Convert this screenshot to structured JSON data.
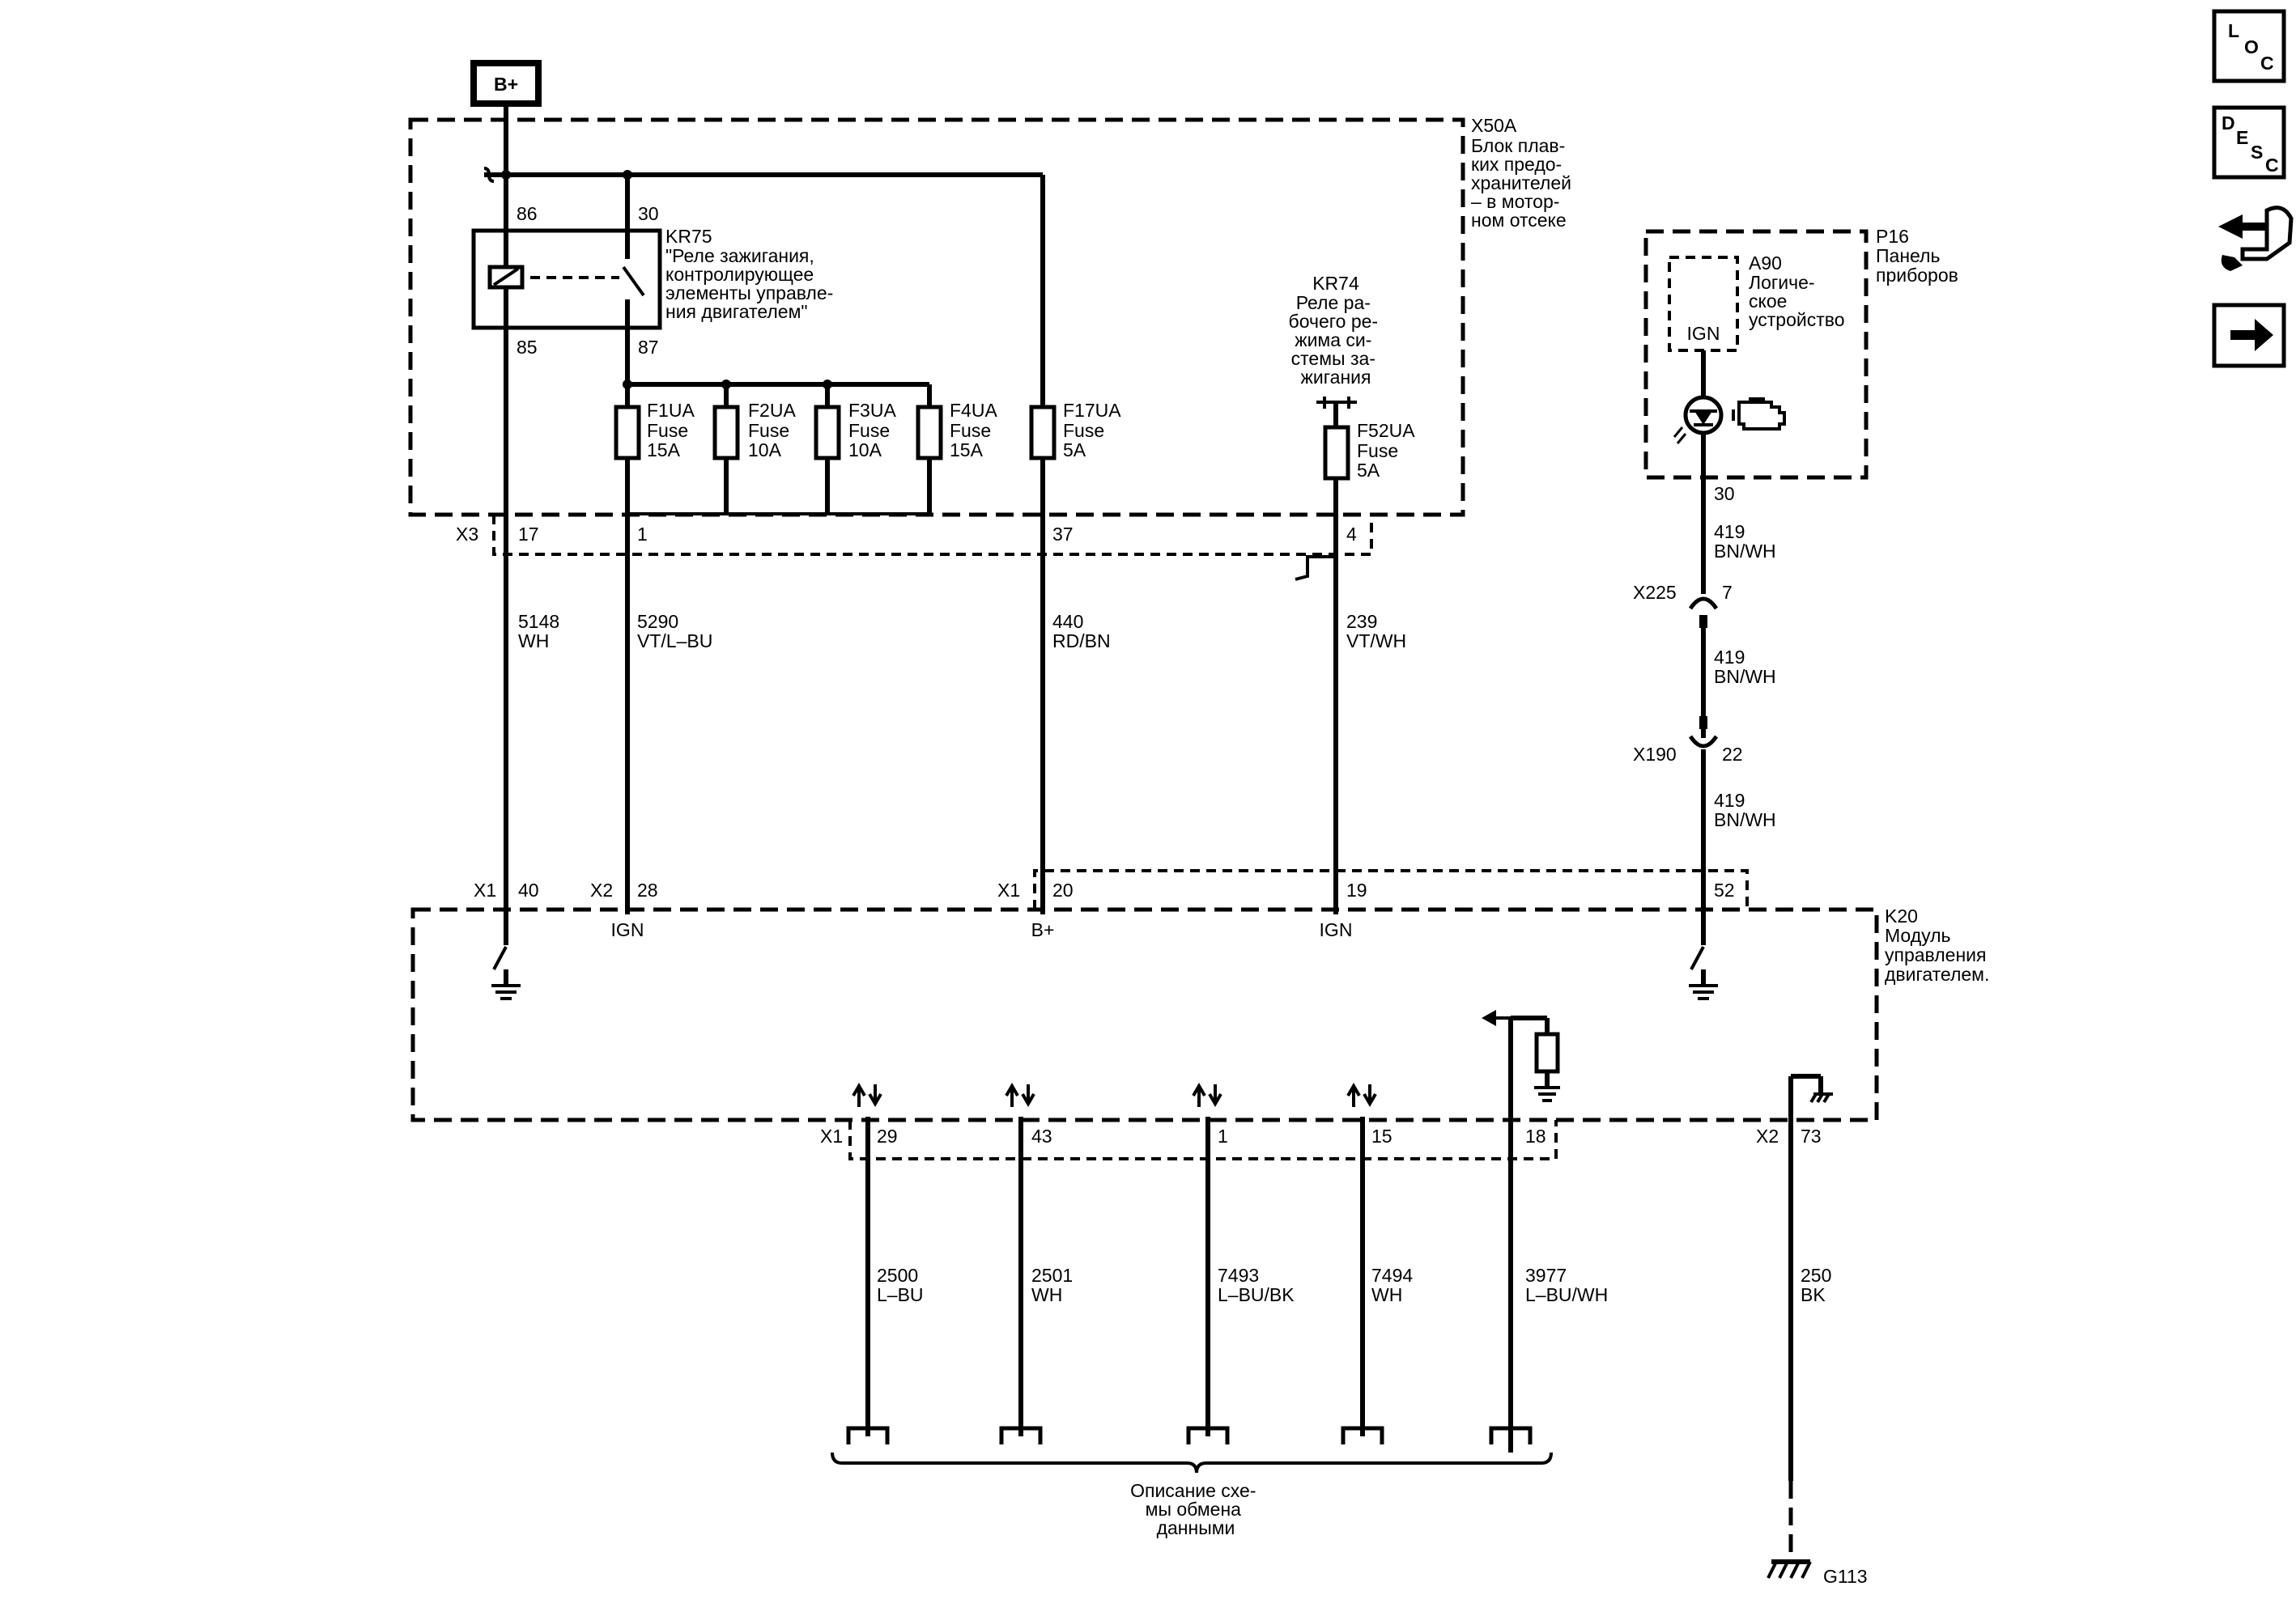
{
  "power": {
    "bplus": "B+"
  },
  "fuse_block": {
    "id": "X50A",
    "desc": [
      "Блок плав-",
      "ких предо-",
      "хранителей",
      "– в мотор-",
      "ном отсеке"
    ]
  },
  "relay_kr75": {
    "id": "KR75",
    "desc": [
      "\"Реле зажигания,",
      "контролирующее",
      "элементы управле-",
      "ния двигателем\""
    ],
    "pins": {
      "p86": "86",
      "p30": "30",
      "p85": "85",
      "p87": "87"
    }
  },
  "relay_kr74": {
    "id": "KR74",
    "desc": [
      "Реле ра-",
      "бочего ре-",
      "жима си-",
      "стемы за-",
      "жигания"
    ]
  },
  "fuses": [
    {
      "id": "F1UA",
      "type": "Fuse",
      "rating": "15A"
    },
    {
      "id": "F2UA",
      "type": "Fuse",
      "rating": "10A"
    },
    {
      "id": "F3UA",
      "type": "Fuse",
      "rating": "10A"
    },
    {
      "id": "F4UA",
      "type": "Fuse",
      "rating": "15A"
    },
    {
      "id": "F17UA",
      "type": "Fuse",
      "rating": "5A"
    },
    {
      "id": "F52UA",
      "type": "Fuse",
      "rating": "5A"
    }
  ],
  "x3_pins": {
    "connector": "X3",
    "p17": "17",
    "p1": "1",
    "p37": "37",
    "p4": "4"
  },
  "wires_top": [
    {
      "num": "5148",
      "color": "WH"
    },
    {
      "num": "5290",
      "color": "VT/L–BU"
    },
    {
      "num": "440",
      "color": "RD/BN"
    },
    {
      "num": "239",
      "color": "VT/WH"
    }
  ],
  "panel": {
    "id": "P16",
    "desc": [
      "Панель",
      "приборов"
    ],
    "logic_id": "A90",
    "logic_desc": [
      "Логиче-",
      "ское",
      "устройство"
    ],
    "ign": "IGN",
    "pin": "30"
  },
  "panel_wires": [
    {
      "connector": "X225",
      "pin": "7",
      "num": "419",
      "color": "BN/WH"
    },
    {
      "connector": "X190",
      "pin": "22",
      "num": "419",
      "color": "BN/WH"
    }
  ],
  "panel_wire_top": {
    "num": "419",
    "color": "BN/WH"
  },
  "ecm": {
    "id": "K20",
    "desc": [
      "Модуль",
      "управления",
      "двигателем."
    ],
    "top_pins": [
      {
        "conn": "X1",
        "pin": "40",
        "label": ""
      },
      {
        "conn": "X2",
        "pin": "28",
        "label": "IGN"
      },
      {
        "conn": "X1",
        "pin": "20",
        "label": "B+"
      },
      {
        "conn": "",
        "pin": "19",
        "label": "IGN"
      },
      {
        "conn": "",
        "pin": "52",
        "label": ""
      }
    ],
    "bottom_pins": [
      {
        "conn": "X1",
        "pin": "29"
      },
      {
        "conn": "",
        "pin": "43"
      },
      {
        "conn": "",
        "pin": "1"
      },
      {
        "conn": "",
        "pin": "15"
      },
      {
        "conn": "",
        "pin": "18"
      },
      {
        "conn": "X2",
        "pin": "73"
      }
    ]
  },
  "wires_bottom": [
    {
      "num": "2500",
      "color": "L–BU"
    },
    {
      "num": "2501",
      "color": "WH"
    },
    {
      "num": "7493",
      "color": "L–BU/BK"
    },
    {
      "num": "7494",
      "color": "WH"
    },
    {
      "num": "3977",
      "color": "L–BU/WH"
    },
    {
      "num": "250",
      "color": "BK"
    }
  ],
  "data_comm": {
    "lines": [
      "Описание схе-",
      "мы обмена",
      "данными"
    ]
  },
  "ground": {
    "id": "G113"
  },
  "nav": {
    "loc": {
      "a": "L",
      "b": "O",
      "c": "C"
    },
    "desc": {
      "a": "D",
      "b": "E",
      "c": "S",
      "d": "C"
    }
  }
}
